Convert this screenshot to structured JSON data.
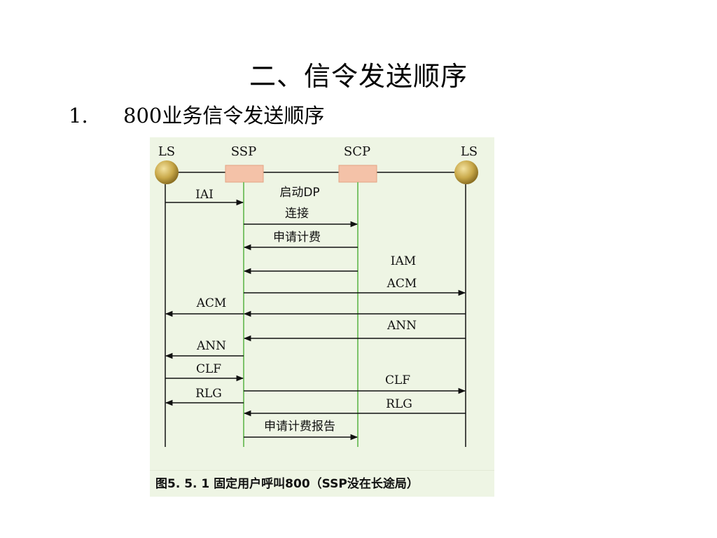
{
  "title": "二、信令发送顺序",
  "item": {
    "number": "1.",
    "text": "800业务信令发送顺序"
  },
  "diagram": {
    "entities": {
      "ls_left": "LS",
      "ssp": "SSP",
      "scp": "SCP",
      "ls_right": "LS"
    },
    "messages": [
      {
        "from": "ls_left",
        "to": "ssp",
        "label": "IAI"
      },
      {
        "from": "ssp",
        "to": "scp",
        "label": "启动DP"
      },
      {
        "from": "scp",
        "to": "ssp",
        "label": "连接"
      },
      {
        "from": "scp",
        "to": "ssp",
        "label": "申请计费"
      },
      {
        "from": "ssp",
        "to": "ls_right",
        "label": "IAM"
      },
      {
        "from": "ls_right",
        "to": "ssp",
        "label": "ACM"
      },
      {
        "from": "ssp",
        "to": "ls_left",
        "label": "ACM"
      },
      {
        "from": "ls_right",
        "to": "ssp",
        "label": "ANN"
      },
      {
        "from": "ssp",
        "to": "ls_left",
        "label": "ANN"
      },
      {
        "from": "ls_left",
        "to": "ssp",
        "label": "CLF"
      },
      {
        "from": "ssp",
        "to": "ls_right",
        "label": "CLF"
      },
      {
        "from": "ssp",
        "to": "ls_left",
        "label": "RLG"
      },
      {
        "from": "ls_right",
        "to": "ssp",
        "label": "RLG"
      },
      {
        "from": "ssp",
        "to": "scp",
        "label": "申请计费报告"
      }
    ],
    "caption": "图5. 5. 1  固定用户呼叫800（SSP没在长途局）",
    "colors": {
      "background": "#eef5e4",
      "node_fill": "#c9a94a",
      "box_fill": "#f4c2a8",
      "ssp_scp_lifeline": "#7cc36a",
      "line": "#111111"
    }
  }
}
